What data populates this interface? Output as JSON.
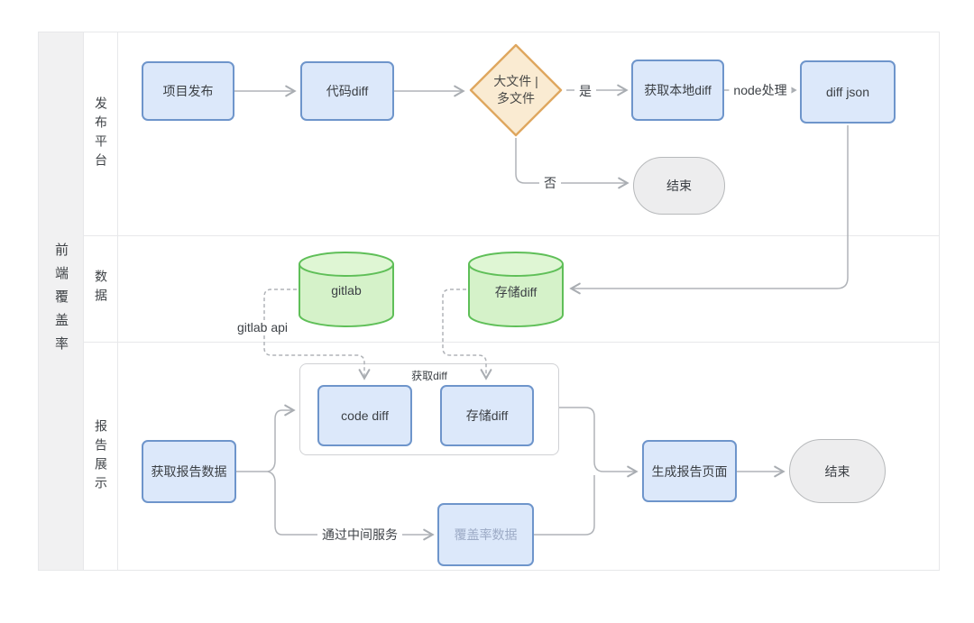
{
  "group_label": "前端覆盖率",
  "lanes": [
    {
      "label": "发布平台"
    },
    {
      "label": "数据"
    },
    {
      "label": "报告展示"
    }
  ],
  "nodes": {
    "project_release": {
      "label": "项目发布"
    },
    "code_diff": {
      "label": "代码diff"
    },
    "decision": {
      "line1": "大文件 |",
      "line2": "多文件"
    },
    "get_local_diff": {
      "label": "获取本地diff"
    },
    "diff_json": {
      "label": "diff json"
    },
    "end_publish": {
      "label": "结束"
    },
    "gitlab_db": {
      "label": "gitlab"
    },
    "store_diff_db": {
      "label": "存储diff"
    },
    "diff_group": {
      "label": "获取diff"
    },
    "code_diff_report": {
      "label": "code  diff"
    },
    "store_diff_report": {
      "label": "存储diff"
    },
    "get_report_data": {
      "label": "获取报告数据"
    },
    "coverage_data": {
      "label": "覆盖率数据"
    },
    "generate_report_page": {
      "label": "生成报告页面"
    },
    "end_report": {
      "label": "结束"
    }
  },
  "edge_labels": {
    "yes": "是",
    "no": "否",
    "node_process": "node处理",
    "gitlab_api": "gitlab api",
    "via_middle_service": "通过中间服务"
  },
  "colors": {
    "process_fill": "#dce8fa",
    "process_border": "#6e95cb",
    "decision_fill": "#faebd2",
    "decision_border": "#dfa75f",
    "database_fill": "#d5f2c9",
    "database_top_fill": "#dff6d4",
    "database_border": "#5fbf58",
    "terminal_fill": "#ededee",
    "terminal_border": "#b7b9bb",
    "connector": "#a9adb2",
    "lane_border": "#e7e8ea",
    "group_column_fill": "#f1f1f2"
  }
}
